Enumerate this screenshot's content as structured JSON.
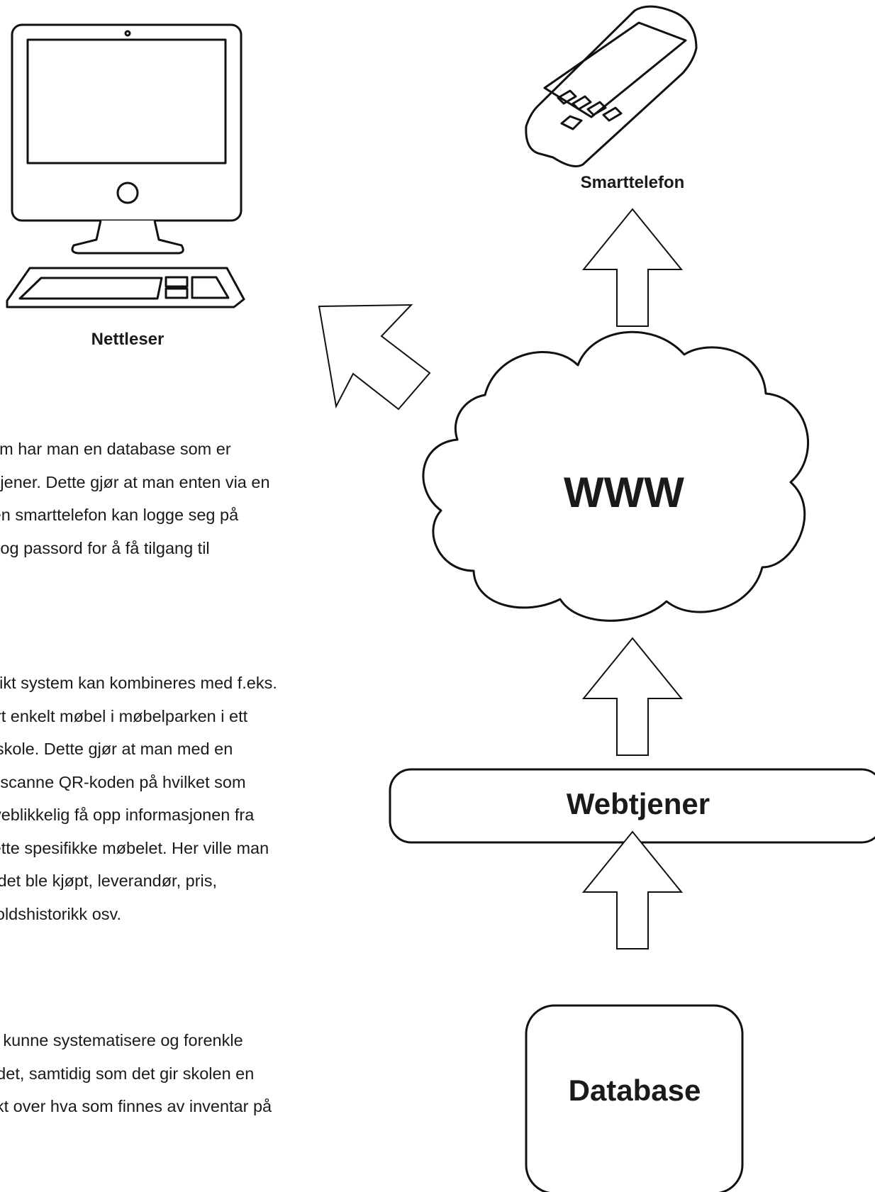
{
  "labels": {
    "browser": "Nettleser",
    "phone": "Smarttelefon",
    "www": "WWW",
    "webserver": "Webtjener",
    "database": "Database"
  },
  "paragraphs": [
    {
      "lines": [
        "ystem har man en database som er",
        "vebtjener. Dette gjør at man enten via en",
        "ler en smarttelefon kan logge seg på",
        "avn og passord for å få tilgang til"
      ]
    },
    {
      "lines": [
        "et slikt system kan kombineres med f.eks.",
        "hvert enkelt møbel i møbelparken i ett",
        "hel skole. Dette gjør at man med en",
        "kan scanne QR-koden på hvilket som",
        "g øyeblikkelig få opp informasjonen fra",
        "n dette spesifikke møbelet. Her ville man",
        "når det ble kjøpt, leverandør, pris,",
        "keholdshistorikk osv."
      ]
    },
    {
      "lines": [
        "n vil kunne systematisere og forenkle",
        "rbeidet, samtidig som det gir skolen en",
        "ersikt over hva som finnes av inventar på"
      ]
    }
  ]
}
